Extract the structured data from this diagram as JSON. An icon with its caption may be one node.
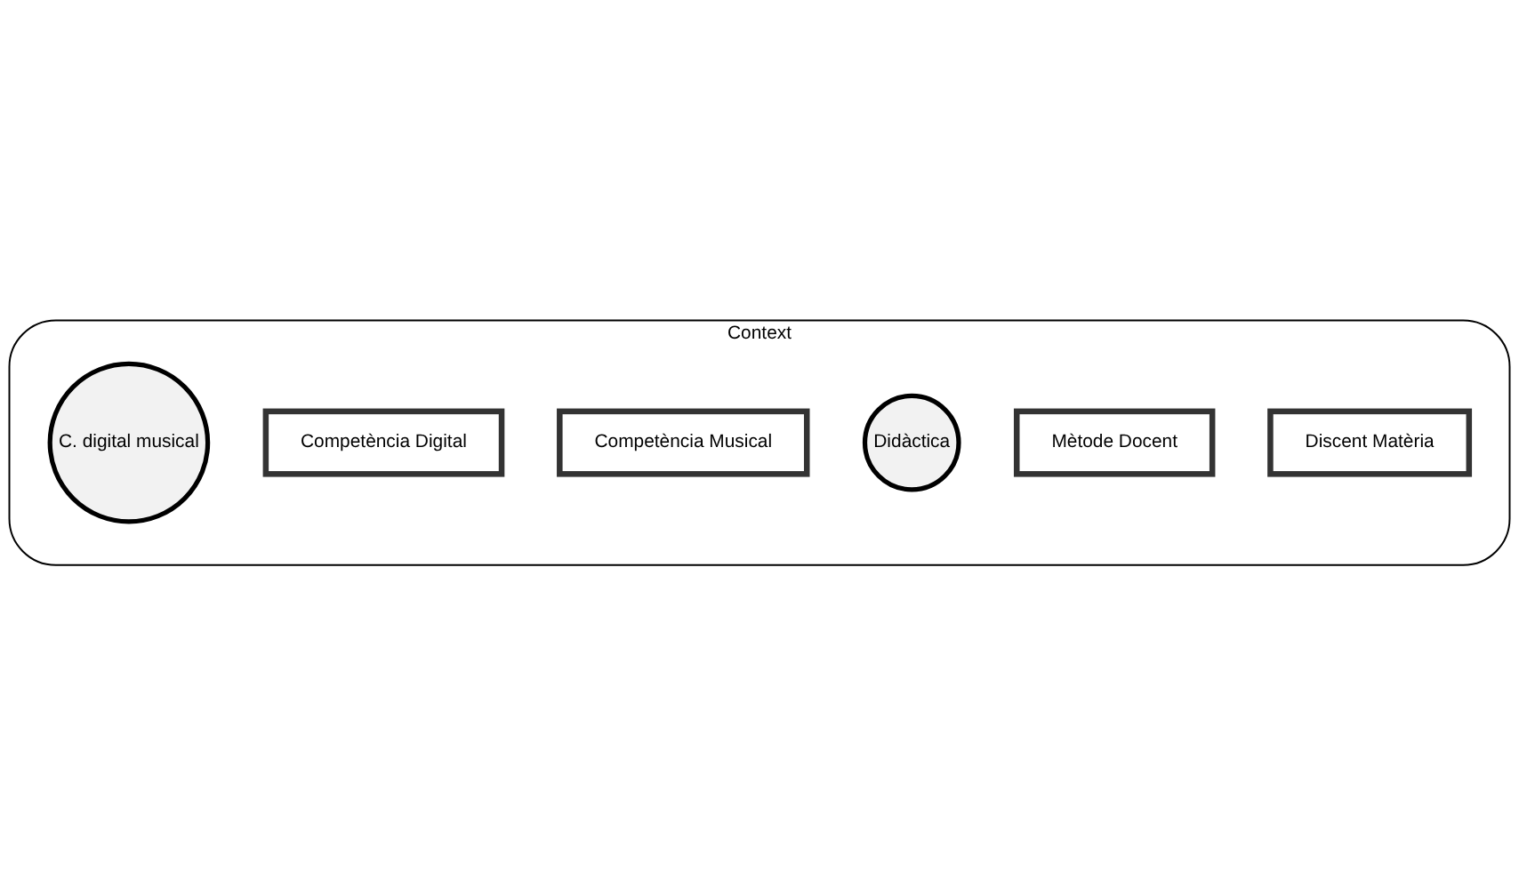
{
  "diagram": {
    "nodes": [
      {
        "text": [
          "Context"
        ]
      },
      {
        "text": [
          "C. digital musical"
        ],
        "in": 0
      },
      {
        "text": [
          "Competència Digital"
        ],
        "in": 0
      },
      {
        "text": [
          "Competència Musical"
        ],
        "in": 0
      },
      {
        "text": [
          "Didàctica"
        ],
        "in": 0
      },
      {
        "text": [
          "Mètode Docent"
        ],
        "in": 0
      },
      {
        "text": [
          "Discent Matèria"
        ],
        "in": 0
      }
    ]
  }
}
